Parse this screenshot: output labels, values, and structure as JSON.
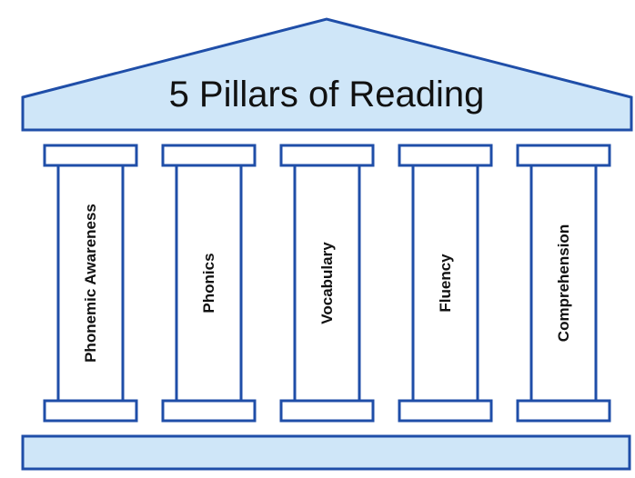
{
  "title": "5 Pillars of Reading",
  "pillars": [
    {
      "label": "Phonemic Awareness"
    },
    {
      "label": "Phonics"
    },
    {
      "label": "Vocabulary"
    },
    {
      "label": "Fluency"
    },
    {
      "label": "Comprehension"
    }
  ],
  "colors": {
    "stroke": "#1f4ea8",
    "roof_fill": "#cfe6f8",
    "foundation_fill": "#cfe6f8",
    "pillar_fill": "#ffffff",
    "text": "#111111"
  }
}
